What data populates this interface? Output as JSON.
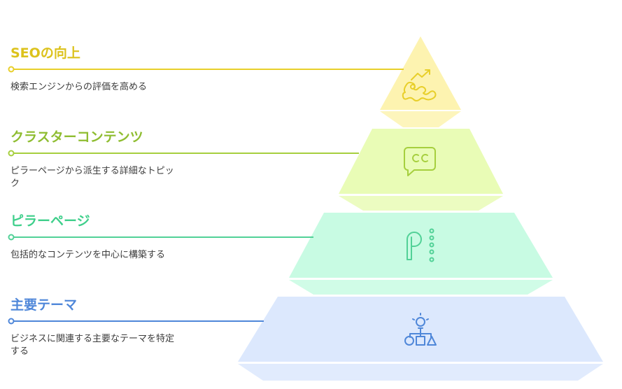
{
  "colors": {
    "tier1_fill": "#fdf3b0",
    "tier1_stroke": "#e8cf2a",
    "tier1_text": "#dcc21c",
    "tier2_fill": "#e9fcb6",
    "tier2_stroke": "#a6cf3e",
    "tier2_text": "#8fbd31",
    "tier3_fill": "#c8fbe3",
    "tier3_stroke": "#52d197",
    "tier3_text": "#3fcf8b",
    "tier4_fill": "#dce8fd",
    "tier4_stroke": "#4f87d9",
    "tier4_text": "#4f87d9"
  },
  "tiers": [
    {
      "title": "SEOの向上",
      "description": "検索エンジンからの評価を高める",
      "icon": "trending-up-puzzle-icon"
    },
    {
      "title": "クラスターコンテンツ",
      "description": "ピラーページから派生する詳細なトピック",
      "icon": "cc-chat-bubble-icon"
    },
    {
      "title": "ピラーページ",
      "description": "包括的なコンテンツを中心に構築する",
      "icon": "pillar-letter-p-icon"
    },
    {
      "title": "主要テーマ",
      "description": "ビジネスに関連する主要なテーマを特定する",
      "icon": "idea-shapes-icon"
    }
  ]
}
